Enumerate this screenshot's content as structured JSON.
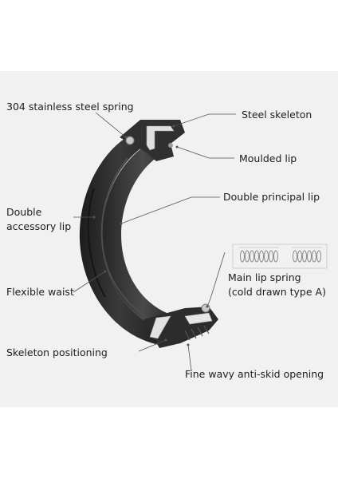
{
  "labels": {
    "spring": "304 stainless steel spring",
    "skeleton": "Steel skeleton",
    "moulded_lip": "Moulded lip",
    "double_principal_lip": "Double principal lip",
    "accessory_lip_line1": "Double",
    "accessory_lip_line2": "accessory lip",
    "main_lip_spring_line1": "Main lip spring",
    "main_lip_spring_line2": "(cold drawn type A)",
    "flexible_waist": "Flexible waist",
    "skeleton_positioning": "Skeleton positioning",
    "wavy_opening": "Fine wavy anti-skid opening"
  },
  "colors": {
    "background": "#f1f1f1",
    "seal_rubber": "#2c2c2c",
    "steel": "#d8d8d8",
    "leader_line": "#555555"
  }
}
